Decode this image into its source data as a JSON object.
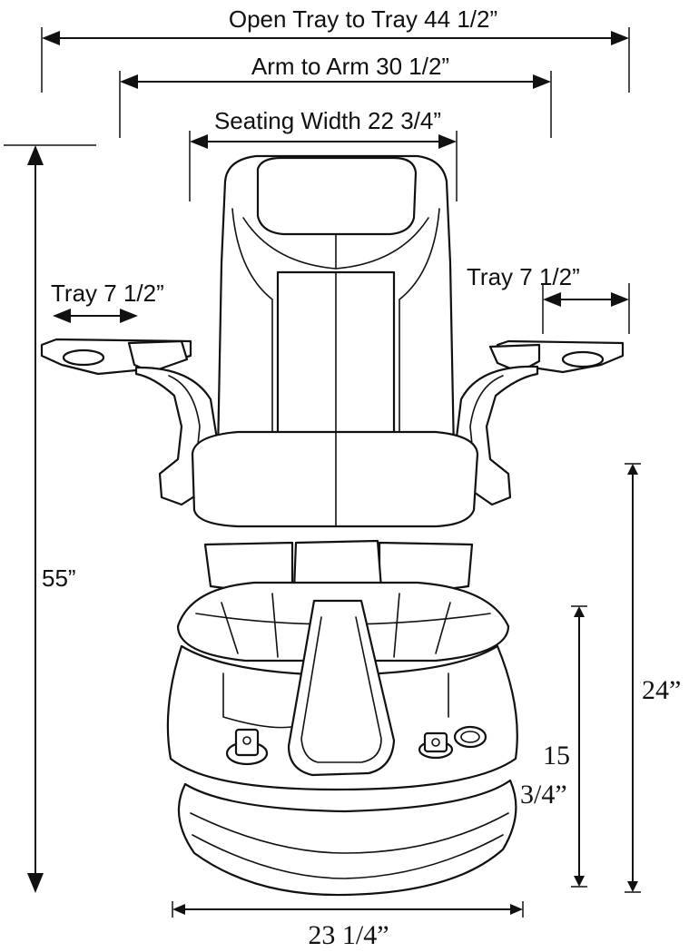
{
  "labels": {
    "open_tray": "Open Tray to Tray 44 1/2”",
    "arm_to_arm": "Arm to Arm 30 1/2”",
    "seating_width": "Seating Width 22 3/4”",
    "tray_left": "Tray 7 1/2”",
    "tray_right": "Tray 7 1/2”",
    "height_total": "55”",
    "height_seat": "24”",
    "height_basin_1": "15",
    "height_basin_2": "3/4”",
    "base_width": "23 1/4”"
  }
}
